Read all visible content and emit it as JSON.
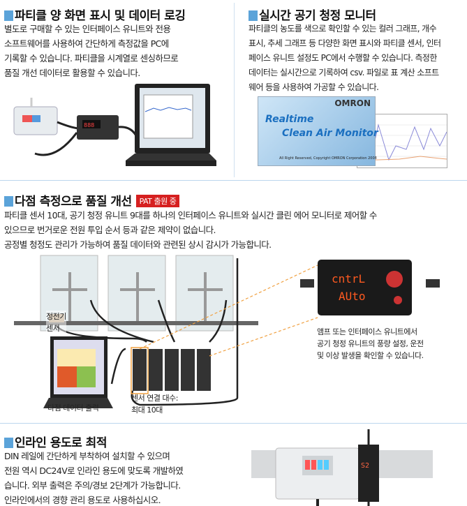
{
  "sections": {
    "logging": {
      "title": "파티클 양 화면 표시 및 데이터 로깅",
      "lines": [
        "별도로 구매할 수 있는 인터페이스 유니트와 전용",
        "소프트웨어를 사용하여 간단하게 측정값을 PC에",
        "기록할 수 있습니다. 파티클을 시계열로 센싱하므로",
        "품질 개선 데이터로 활용할 수 있습니다."
      ]
    },
    "monitor": {
      "title": "실시간 공기 청정 모니터",
      "lines": [
        "파티클의 농도를 색으로 확인할 수 있는 컬러 그래프, 개수",
        "표시, 추세 그래프 등 다양한 화면 표시와 파티클 센서, 인터",
        "페이스 유니트 설정도 PC에서 수행할 수 있습니다. 측정한",
        "데이터는 실시간으로 기록하여 csv. 파일로 표 계산 소프트",
        "웨어 등을 사용하여 가공할 수 있습니다."
      ],
      "splash": {
        "brand": "OMRON",
        "line1": "Realtime",
        "line2": "Clean Air Monitor",
        "copyright": "All Right Reserved, Copyright OMRON Corporation 2008"
      }
    },
    "multipoint": {
      "title": "다점 측정으로 품질 개선",
      "badge": "PAT 출원 중",
      "lines": [
        "파티클 센서 10대, 공기 청정 유니트 9대를 하나의 인터페이스 유니트와 실시간 클린 에어 모니터로 제어할 수",
        "있으므로 번거로운 전원 투입 순서 등과 같은 제약이 없습니다.",
        "공정별 청정도 관리가 가능하여 품질 데이터와 관련된 상시 감시가 가능합니다."
      ],
      "labels": {
        "static_sensor": [
          "정전기",
          "센서"
        ],
        "multi_output": "다점 데이터 출력",
        "sensor_count": [
          "센서 연결 대수:",
          "최대 10대"
        ],
        "amp_note": [
          "앰프 또는 인터페이스 유니트에서",
          "공기 청정 유니트의 풍량 설정, 운전",
          "및 이상 발생을 확인할 수 있습니다."
        ]
      },
      "display": {
        "top": "cntrL",
        "bottom": "AUto"
      }
    },
    "inline": {
      "title": "인라인 용도로 최적",
      "lines": [
        "DIN 레일에 간단하게 부착하여 설치할 수 있으며",
        "전원 역시 DC24V로 인라인 용도에 맞도록 개발하였",
        "습니다. 외부 출력은 주의/경보 2단계가 가능합니다.",
        "인라인에서의 경향 관리 용도로 사용하십시오."
      ]
    }
  },
  "colors": {
    "accent": "#5ba3d9",
    "badge": "#d62020",
    "divider": "#bcd6ee"
  }
}
